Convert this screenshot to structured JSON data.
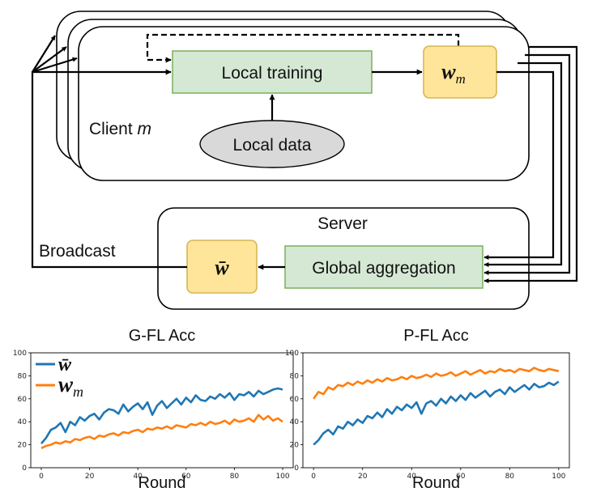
{
  "diagram": {
    "local_training": "Local training",
    "local_data": "Local data",
    "client_prefix": "Client ",
    "client_var": "m",
    "local_model_base": "w",
    "local_model_sub": "m",
    "server": "Server",
    "global_aggregation": "Global aggregation",
    "global_model": "w̄",
    "broadcast": "Broadcast",
    "colors": {
      "green_box": "#d5e8d4",
      "green_border": "#82b366",
      "yellow_box": "#ffe599",
      "yellow_border": "#d6b656",
      "oval": "#d9d9d9"
    }
  },
  "chart_data": [
    {
      "type": "line",
      "title": "G-FL Acc",
      "xlabel": "Round",
      "ylabel": "",
      "xlim": [
        0,
        100
      ],
      "ylim": [
        0,
        100
      ],
      "xticks": [
        0,
        20,
        40,
        60,
        80,
        100
      ],
      "yticks": [
        0,
        20,
        40,
        60,
        80,
        100
      ],
      "legend_position": "top-left",
      "series": [
        {
          "name": "w̄",
          "color": "#1f77b4",
          "x": [
            0,
            2,
            4,
            6,
            8,
            10,
            12,
            14,
            16,
            18,
            20,
            22,
            24,
            26,
            28,
            30,
            32,
            34,
            36,
            38,
            40,
            42,
            44,
            46,
            48,
            50,
            52,
            54,
            56,
            58,
            60,
            62,
            64,
            66,
            68,
            70,
            72,
            74,
            76,
            78,
            80,
            82,
            84,
            86,
            88,
            90,
            92,
            94,
            96,
            98,
            100
          ],
          "values": [
            21,
            26,
            33,
            35,
            39,
            31,
            40,
            37,
            44,
            41,
            45,
            47,
            42,
            48,
            51,
            50,
            47,
            55,
            49,
            53,
            56,
            51,
            57,
            46,
            54,
            58,
            52,
            56,
            60,
            55,
            61,
            57,
            63,
            59,
            58,
            62,
            60,
            64,
            61,
            65,
            59,
            64,
            63,
            66,
            62,
            67,
            64,
            66,
            68,
            69,
            68
          ]
        },
        {
          "name": "w",
          "name_sub": "m",
          "color": "#ff7f0e",
          "x": [
            0,
            2,
            4,
            6,
            8,
            10,
            12,
            14,
            16,
            18,
            20,
            22,
            24,
            26,
            28,
            30,
            32,
            34,
            36,
            38,
            40,
            42,
            44,
            46,
            48,
            50,
            52,
            54,
            56,
            58,
            60,
            62,
            64,
            66,
            68,
            70,
            72,
            74,
            76,
            78,
            80,
            82,
            84,
            86,
            88,
            90,
            92,
            94,
            96,
            98,
            100
          ],
          "values": [
            17,
            19,
            20,
            22,
            21,
            23,
            22,
            25,
            24,
            26,
            27,
            25,
            28,
            27,
            29,
            30,
            28,
            31,
            30,
            32,
            33,
            31,
            34,
            33,
            35,
            34,
            36,
            34,
            37,
            36,
            35,
            38,
            37,
            39,
            37,
            40,
            38,
            39,
            41,
            38,
            42,
            40,
            41,
            43,
            40,
            46,
            42,
            45,
            41,
            43,
            40
          ]
        }
      ]
    },
    {
      "type": "line",
      "title": "P-FL Acc",
      "xlabel": "Round",
      "ylabel": "",
      "xlim": [
        0,
        100
      ],
      "ylim": [
        0,
        100
      ],
      "xticks": [
        0,
        20,
        40,
        60,
        80,
        100
      ],
      "yticks": [
        0,
        20,
        40,
        60,
        80,
        100
      ],
      "series": [
        {
          "name": "w̄",
          "color": "#1f77b4",
          "x": [
            0,
            2,
            4,
            6,
            8,
            10,
            12,
            14,
            16,
            18,
            20,
            22,
            24,
            26,
            28,
            30,
            32,
            34,
            36,
            38,
            40,
            42,
            44,
            46,
            48,
            50,
            52,
            54,
            56,
            58,
            60,
            62,
            64,
            66,
            68,
            70,
            72,
            74,
            76,
            78,
            80,
            82,
            84,
            86,
            88,
            90,
            92,
            94,
            96,
            98,
            100
          ],
          "values": [
            20,
            24,
            30,
            33,
            29,
            36,
            34,
            40,
            37,
            42,
            39,
            45,
            43,
            48,
            44,
            51,
            47,
            53,
            50,
            55,
            52,
            57,
            47,
            56,
            58,
            54,
            60,
            56,
            62,
            58,
            63,
            59,
            65,
            61,
            64,
            67,
            62,
            66,
            68,
            64,
            70,
            66,
            69,
            72,
            68,
            73,
            70,
            71,
            74,
            72,
            75
          ]
        },
        {
          "name": "w",
          "name_sub": "m",
          "color": "#ff7f0e",
          "x": [
            0,
            2,
            4,
            6,
            8,
            10,
            12,
            14,
            16,
            18,
            20,
            22,
            24,
            26,
            28,
            30,
            32,
            34,
            36,
            38,
            40,
            42,
            44,
            46,
            48,
            50,
            52,
            54,
            56,
            58,
            60,
            62,
            64,
            66,
            68,
            70,
            72,
            74,
            76,
            78,
            80,
            82,
            84,
            86,
            88,
            90,
            92,
            94,
            96,
            98,
            100
          ],
          "values": [
            60,
            66,
            64,
            70,
            68,
            72,
            71,
            74,
            72,
            75,
            73,
            76,
            74,
            77,
            75,
            78,
            76,
            77,
            79,
            77,
            80,
            78,
            79,
            81,
            79,
            82,
            80,
            81,
            83,
            80,
            82,
            84,
            81,
            83,
            85,
            82,
            84,
            83,
            86,
            84,
            85,
            83,
            86,
            85,
            84,
            87,
            85,
            84,
            86,
            85,
            84
          ]
        }
      ]
    }
  ]
}
